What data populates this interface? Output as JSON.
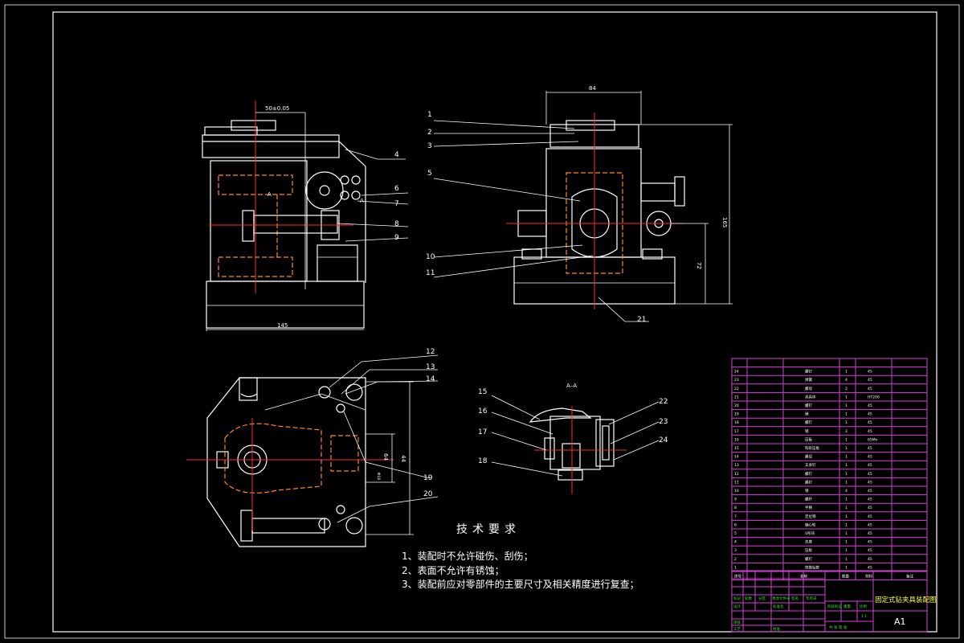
{
  "drawing": {
    "dimensions": {
      "top_left_width": "50±0.05",
      "base_length": "145",
      "side_width": "84",
      "total_height": "165",
      "center_height": "72",
      "bottom_pitch": "44",
      "bottom_pitch_tol": "64",
      "bottom_dia": "Φ16"
    },
    "section_label": "A–A",
    "section_marker": "A",
    "callouts": {
      "c1": "1",
      "c2": "2",
      "c3": "3",
      "c4": "4",
      "c5": "5",
      "c6": "6",
      "c7": "7",
      "c8": "8",
      "c9": "9",
      "c10": "10",
      "c11": "11",
      "c12": "12",
      "c13": "13",
      "c14": "14",
      "c15": "15",
      "c16": "16",
      "c17": "17",
      "c18": "18",
      "c19": "19",
      "c20": "20",
      "c21": "21",
      "c22": "22",
      "c23": "23",
      "c24": "24"
    }
  },
  "tech_requirements": {
    "heading": "技术要求",
    "items": [
      "1、装配时不允许碰伤、刮伤；",
      "2、表面不允许有锈蚀；",
      "3、装配前应对零部件的主要尺寸及相关精度进行复查；"
    ]
  },
  "parts_list": {
    "header": {
      "no": "序号",
      "name": "名称",
      "qty": "数量",
      "material": "材料",
      "note": "备注"
    },
    "rows": [
      {
        "no": "24",
        "name": "螺钉",
        "qty": "1",
        "mat": "45"
      },
      {
        "no": "23",
        "name": "弹簧",
        "qty": "4",
        "mat": "45"
      },
      {
        "no": "22",
        "name": "螺母",
        "qty": "2",
        "mat": "45"
      },
      {
        "no": "21",
        "name": "夹具体",
        "qty": "1",
        "mat": "HT200"
      },
      {
        "no": "20",
        "name": "螺钉",
        "qty": "1",
        "mat": "45"
      },
      {
        "no": "19",
        "name": "销",
        "qty": "1",
        "mat": "45"
      },
      {
        "no": "18",
        "name": "螺钉",
        "qty": "1",
        "mat": "45"
      },
      {
        "no": "17",
        "name": "销",
        "qty": "2",
        "mat": "45"
      },
      {
        "no": "16",
        "name": "压板",
        "qty": "1",
        "mat": "65Mn"
      },
      {
        "no": "15",
        "name": "钩形压板",
        "qty": "1",
        "mat": "45"
      },
      {
        "no": "14",
        "name": "螺母",
        "qty": "1",
        "mat": "45"
      },
      {
        "no": "13",
        "name": "支承钉",
        "qty": "1",
        "mat": "45"
      },
      {
        "no": "12",
        "name": "螺钉",
        "qty": "1",
        "mat": "45"
      },
      {
        "no": "11",
        "name": "螺钉",
        "qty": "1",
        "mat": "45"
      },
      {
        "no": "10",
        "name": "销",
        "qty": "4",
        "mat": "45"
      },
      {
        "no": "9",
        "name": "螺杆",
        "qty": "1",
        "mat": "45"
      },
      {
        "no": "8",
        "name": "手柄",
        "qty": "1",
        "mat": "45"
      },
      {
        "no": "7",
        "name": "定位销",
        "qty": "1",
        "mat": "45"
      },
      {
        "no": "6",
        "name": "偏心轮",
        "qty": "1",
        "mat": "45"
      },
      {
        "no": "5",
        "name": "V形块",
        "qty": "1",
        "mat": "45"
      },
      {
        "no": "4",
        "name": "支座",
        "qty": "1",
        "mat": "45"
      },
      {
        "no": "3",
        "name": "压板",
        "qty": "1",
        "mat": "45"
      },
      {
        "no": "2",
        "name": "螺钉",
        "qty": "1",
        "mat": "45"
      },
      {
        "no": "1",
        "name": "快换钻套",
        "qty": "1",
        "mat": "45"
      }
    ]
  },
  "title_block": {
    "title": "固定式钻夹具装配图",
    "sheet": "A1",
    "labels": {
      "mark": "标记",
      "count": "处数",
      "zone": "分区",
      "change_doc": "更改文件号",
      "sign": "签名",
      "date": "年月日",
      "design": "设计",
      "standard": "标准化",
      "review": "审核",
      "process": "工艺",
      "approve": "批准",
      "stage_mark": "阶段标记",
      "weight": "重量",
      "scale": "比例",
      "scale_val": "1:1",
      "sheet_of": "共 张 第 张"
    }
  },
  "colors": {
    "background": "#000000",
    "line": "#ffffff",
    "centerline": "#ff2a2a",
    "hidden": "#ff8a1a",
    "table": "#d640d6",
    "tableblock": "#30e030",
    "title": "#ffff40"
  }
}
